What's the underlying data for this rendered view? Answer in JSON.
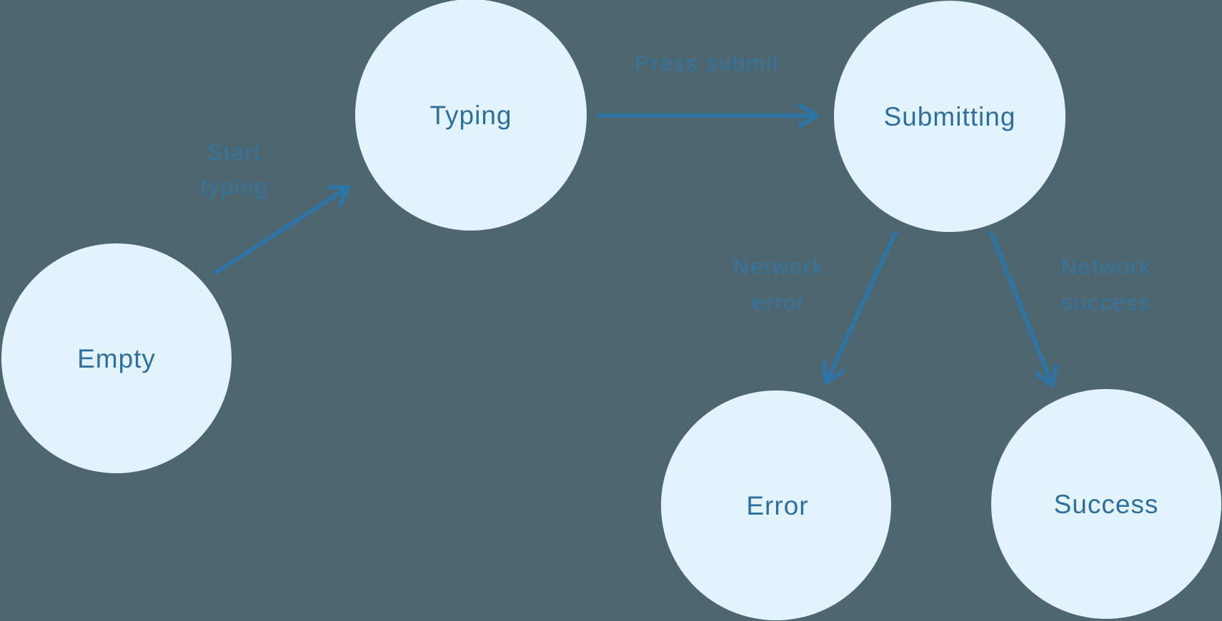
{
  "diagram": {
    "kind": "state-machine",
    "colors": {
      "background": "#4D666F",
      "node_fill": "#E3F3FC",
      "node_text": "#2E6F9F",
      "arrow": "#2E74A4",
      "edge_label_text": "#33759E"
    },
    "states": [
      {
        "id": "empty",
        "label": "Empty"
      },
      {
        "id": "typing",
        "label": "Typing"
      },
      {
        "id": "submitting",
        "label": "Submitting"
      },
      {
        "id": "error",
        "label": "Error"
      },
      {
        "id": "success",
        "label": "Success"
      }
    ],
    "transitions": [
      {
        "from": "empty",
        "to": "typing",
        "label": "Start typing",
        "label_line1": "Start",
        "label_line2": "typing"
      },
      {
        "from": "typing",
        "to": "submitting",
        "label": "Press submit",
        "label_line1": "Press submit",
        "label_line2": ""
      },
      {
        "from": "submitting",
        "to": "error",
        "label": "Network error",
        "label_line1": "Network",
        "label_line2": "error"
      },
      {
        "from": "submitting",
        "to": "success",
        "label": "Network success",
        "label_line1": "Network",
        "label_line2": "success"
      }
    ]
  }
}
